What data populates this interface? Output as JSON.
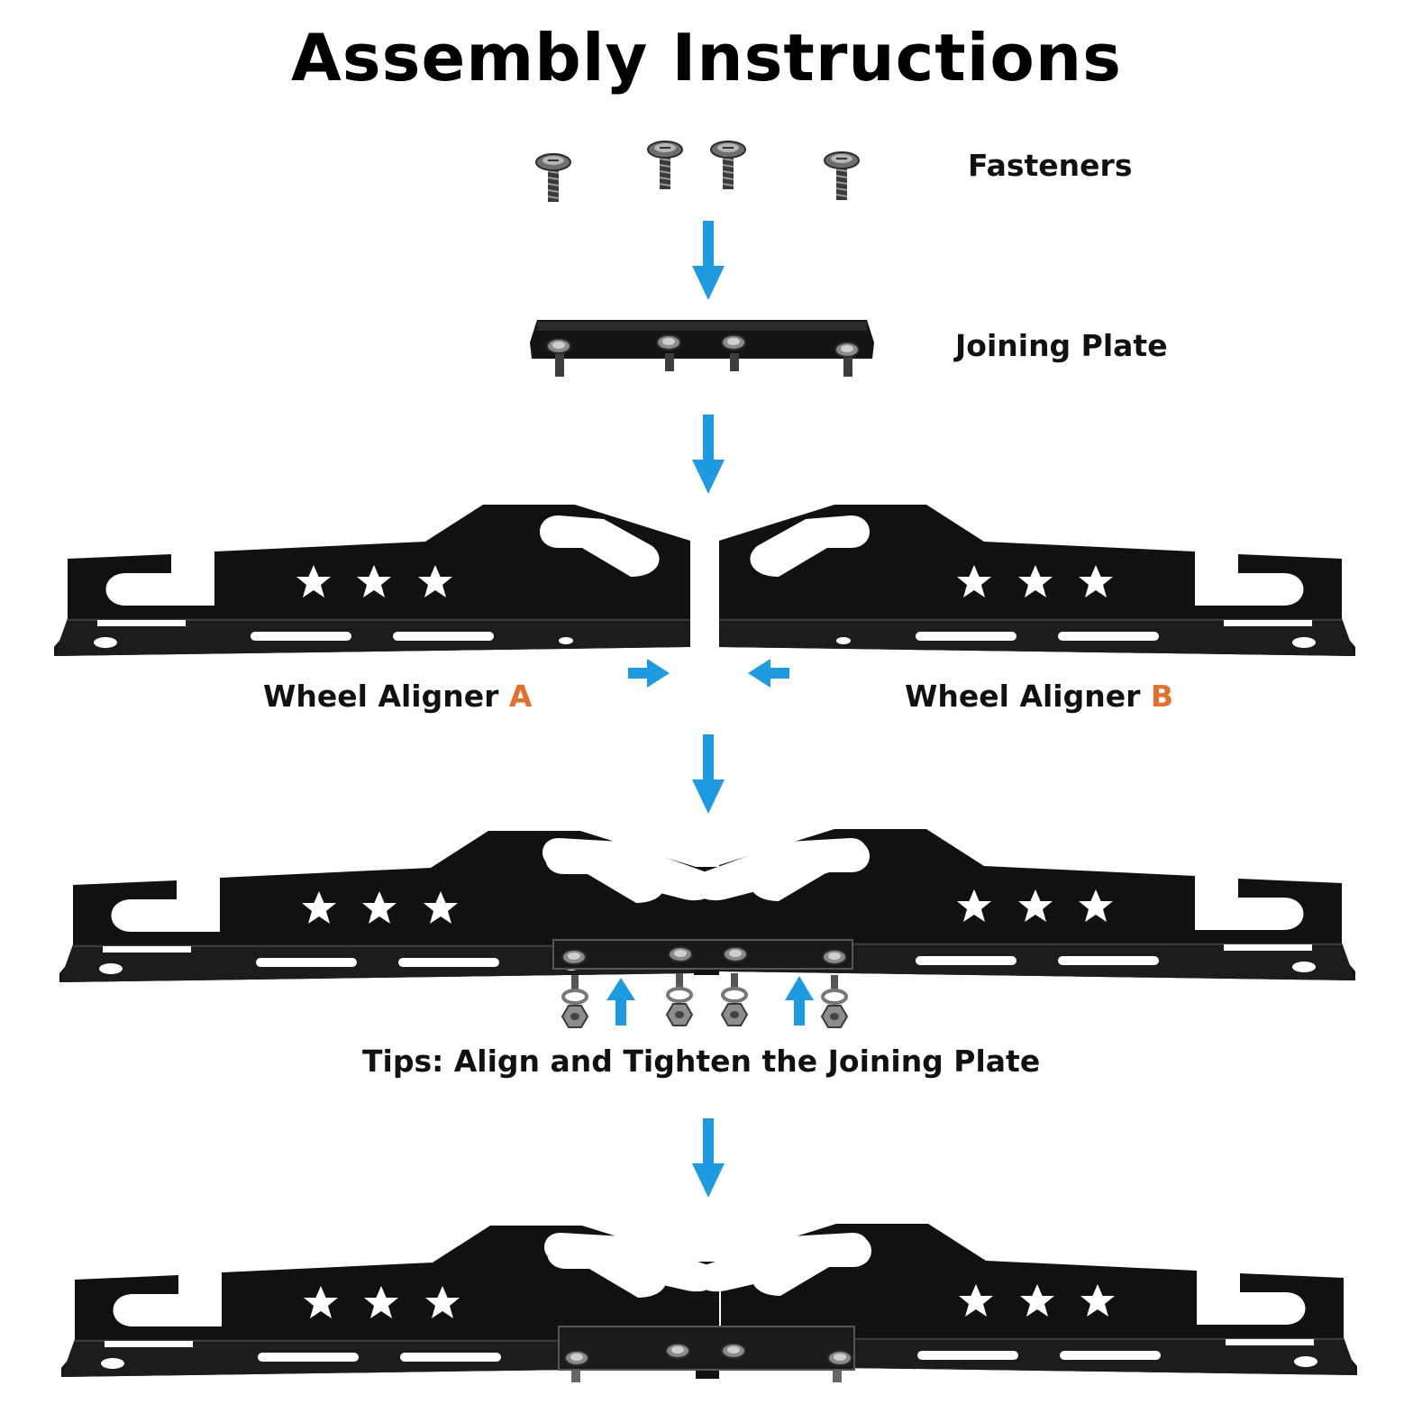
{
  "title": "Assembly Instructions",
  "labels": {
    "fasteners": "Fasteners",
    "joining_plate": "Joining Plate",
    "aligner_a_text": "Wheel Aligner ",
    "aligner_a_letter": "A",
    "aligner_b_text": "Wheel Aligner ",
    "aligner_b_letter": "B",
    "tips": "Tips: Align and Tighten the Joining Plate"
  },
  "icons": {
    "arrow": "down-arrow-icon",
    "screw": "screw-icon",
    "star": "star-icon"
  },
  "colors": {
    "arrow_blue": "#1E9BE0",
    "letter_accent": "#E0712C",
    "metal_black": "#111111"
  }
}
